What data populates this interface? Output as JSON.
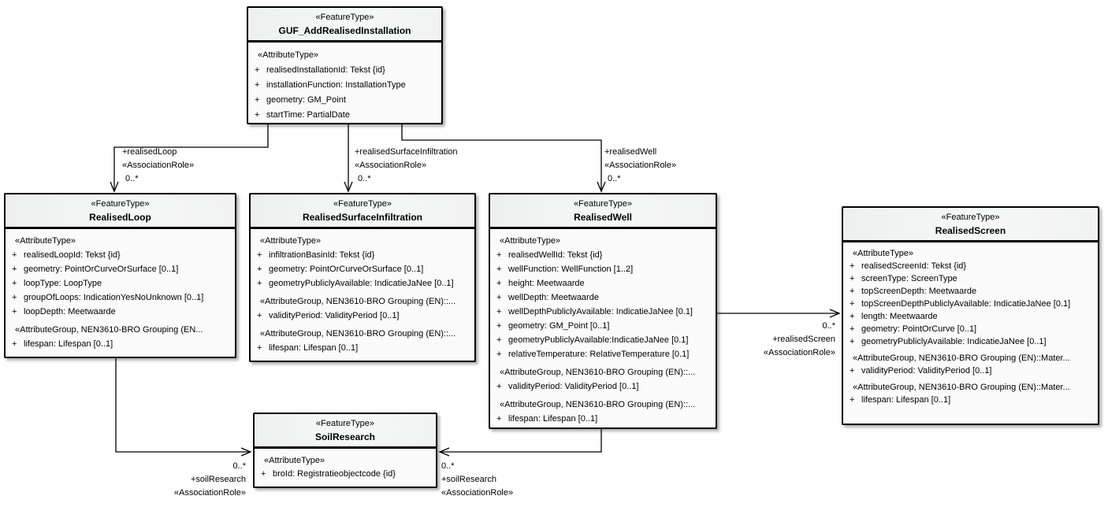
{
  "colors": {
    "line": "#000000",
    "box_body_fill": "#fbfbfb",
    "box_header_fill": "#f2f3f3",
    "shadow": "#b0b0b0",
    "page_background": "#ffffff"
  },
  "classes": {
    "guf": {
      "stereotype": "«FeatureType»",
      "name": "GUF_AddRealisedInstallation",
      "rows": [
        {
          "k": "s",
          "t": "«AttributeType»"
        },
        {
          "k": "a",
          "v": "+",
          "t": "realisedInstallationId: Tekst {id}"
        },
        {
          "k": "a",
          "v": "+",
          "t": "installationFunction: InstallationType"
        },
        {
          "k": "a",
          "v": "+",
          "t": "geometry: GM_Point"
        },
        {
          "k": "a",
          "v": "+",
          "t": "startTime: PartialDate"
        }
      ]
    },
    "realisedLoop": {
      "stereotype": "«FeatureType»",
      "name": "RealisedLoop",
      "rows": [
        {
          "k": "s",
          "t": "«AttributeType»"
        },
        {
          "k": "a",
          "v": "+",
          "t": "realisedLoopId: Tekst {id}"
        },
        {
          "k": "a",
          "v": "+",
          "t": "geometry: PointOrCurveOrSurface [0..1]"
        },
        {
          "k": "a",
          "v": "+",
          "t": "loopType: LoopType"
        },
        {
          "k": "a",
          "v": "+",
          "t": "groupOfLoops: IndicationYesNoUnknown [0..1]"
        },
        {
          "k": "a",
          "v": "+",
          "t": "loopDepth: Meetwaarde"
        },
        {
          "k": "s",
          "t": "«AttributeGroup, NEN3610-BRO Grouping (EN..."
        },
        {
          "k": "a",
          "v": "+",
          "t": "lifespan: Lifespan [0..1]"
        }
      ]
    },
    "realisedSurfaceInfiltration": {
      "stereotype": "«FeatureType»",
      "name": "RealisedSurfaceInfiltration",
      "rows": [
        {
          "k": "s",
          "t": "«AttributeType»"
        },
        {
          "k": "a",
          "v": "+",
          "t": "infiltrationBasinId: Tekst {id}"
        },
        {
          "k": "a",
          "v": "+",
          "t": "geometry: PointOrCurveOrSurface [0..1]"
        },
        {
          "k": "a",
          "v": "+",
          "t": "geometryPubliclyAvailable: IndicatieJaNee [0..1]"
        },
        {
          "k": "s",
          "t": "«AttributeGroup, NEN3610-BRO Grouping (EN)::..."
        },
        {
          "k": "a",
          "v": "+",
          "t": "validityPeriod: ValidityPeriod [0..1]"
        },
        {
          "k": "s",
          "t": "«AttributeGroup, NEN3610-BRO Grouping (EN)::..."
        },
        {
          "k": "a",
          "v": "+",
          "t": "lifespan: Lifespan [0..1]"
        }
      ]
    },
    "realisedWell": {
      "stereotype": "«FeatureType»",
      "name": "RealisedWell",
      "rows": [
        {
          "k": "s",
          "t": "«AttributeType»"
        },
        {
          "k": "a",
          "v": "+",
          "t": "realisedWellId: Tekst {id}"
        },
        {
          "k": "a",
          "v": "+",
          "t": "wellFunction: WellFunction [1..2]"
        },
        {
          "k": "a",
          "v": "+",
          "t": "height: Meetwaarde"
        },
        {
          "k": "a",
          "v": "+",
          "t": "wellDepth: Meetwaarde"
        },
        {
          "k": "a",
          "v": "+",
          "t": "wellDepthPubliclyAvailable: IndicatieJaNee [0.1]"
        },
        {
          "k": "a",
          "v": "+",
          "t": "geometry: GM_Point [0..1]"
        },
        {
          "k": "a",
          "v": "+",
          "t": "geometryPubliclyAvailable:IndicatieJaNee [0.1]"
        },
        {
          "k": "a",
          "v": "+",
          "t": "relativeTemperature: RelativeTemperature [0.1]"
        },
        {
          "k": "s",
          "t": "«AttributeGroup, NEN3610-BRO Grouping (EN)::..."
        },
        {
          "k": "a",
          "v": "+",
          "t": "validityPeriod: ValidityPeriod [0..1]"
        },
        {
          "k": "s",
          "t": "«AttributeGroup, NEN3610-BRO Grouping (EN)::..."
        },
        {
          "k": "a",
          "v": "+",
          "t": "lifespan: Lifespan [0..1]"
        }
      ]
    },
    "realisedScreen": {
      "stereotype": "«FeatureType»",
      "name": "RealisedScreen",
      "rows": [
        {
          "k": "s",
          "t": "«AttributeType»"
        },
        {
          "k": "a",
          "v": "+",
          "t": "realisedScreenId: Tekst {id}"
        },
        {
          "k": "a",
          "v": "+",
          "t": "screenType: ScreenType"
        },
        {
          "k": "a",
          "v": "+",
          "t": "topScreenDepth: Meetwaarde"
        },
        {
          "k": "a",
          "v": "+",
          "t": "topScreenDepthPubliclyAvailable: IndicatieJaNee [0.1]"
        },
        {
          "k": "a",
          "v": "+",
          "t": "length: Meetwaarde"
        },
        {
          "k": "a",
          "v": "+",
          "t": "geometry: PointOrCurve [0..1]"
        },
        {
          "k": "a",
          "v": "+",
          "t": "geometryPubliclyAvailable: IndicatieJaNee [0..1]"
        },
        {
          "k": "s",
          "t": "«AttributeGroup, NEN3610-BRO Grouping (EN)::Mater..."
        },
        {
          "k": "a",
          "v": "+",
          "t": "validityPeriod: ValidityPeriod [0..1]"
        },
        {
          "k": "s",
          "t": "«AttributeGroup, NEN3610-BRO Grouping (EN)::Mater..."
        },
        {
          "k": "a",
          "v": "+",
          "t": "lifespan: Lifespan [0..1]"
        }
      ]
    },
    "soilResearch": {
      "stereotype": "«FeatureType»",
      "name": "SoilResearch",
      "rows": [
        {
          "k": "s",
          "t": "«AttributeType»"
        },
        {
          "k": "a",
          "v": "+",
          "t": "broId: Registratieobjectcode {id}"
        }
      ]
    }
  },
  "associations": [
    {
      "role": "+realisedLoop",
      "stereotype": "«AssociationRole»",
      "multiplicity": "0..*"
    },
    {
      "role": "+realisedSurfaceInfiltration",
      "stereotype": "«AssociationRole»",
      "multiplicity": "0..*"
    },
    {
      "role": "+realisedWell",
      "stereotype": "«AssociationRole»",
      "multiplicity": "0..*"
    },
    {
      "role": "+realisedScreen",
      "stereotype": "«AssociationRole»",
      "multiplicity": "0..*"
    },
    {
      "role": "+soilResearch",
      "stereotype": "«AssociationRole»",
      "multiplicity": "0..*"
    },
    {
      "role": "+soilResearch",
      "stereotype": "«AssociationRole»",
      "multiplicity": "0..*"
    }
  ]
}
